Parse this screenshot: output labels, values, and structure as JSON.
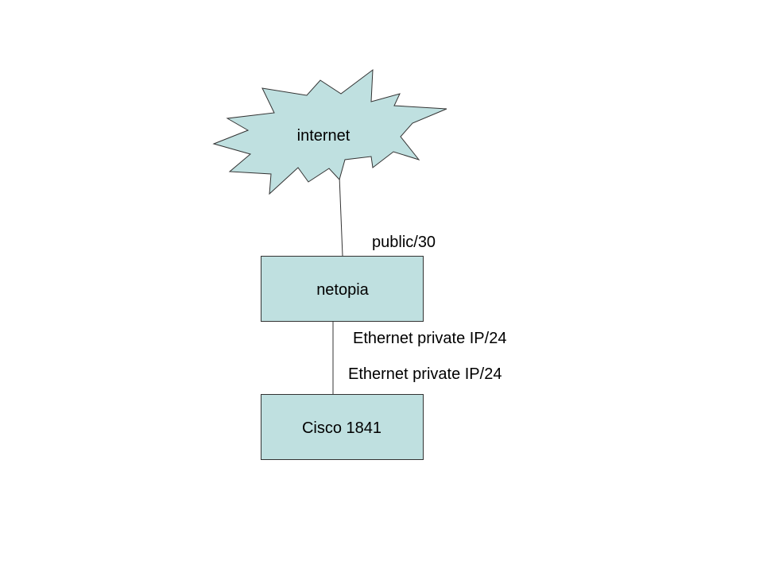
{
  "colors": {
    "node_fill": "#BFE0E0",
    "node_stroke": "#333333",
    "link_stroke": "#333333",
    "text": "#000000"
  },
  "nodes": {
    "internet": {
      "label": "internet",
      "shape": "starburst-cloud"
    },
    "netopia": {
      "label": "netopia",
      "shape": "rectangle"
    },
    "cisco": {
      "label": "Cisco 1841",
      "shape": "rectangle"
    }
  },
  "links": {
    "internet_netopia": {
      "label": "public/30"
    },
    "netopia_cisco": {
      "label_upper": "Ethernet private IP/24",
      "label_lower": "Ethernet private IP/24"
    }
  }
}
